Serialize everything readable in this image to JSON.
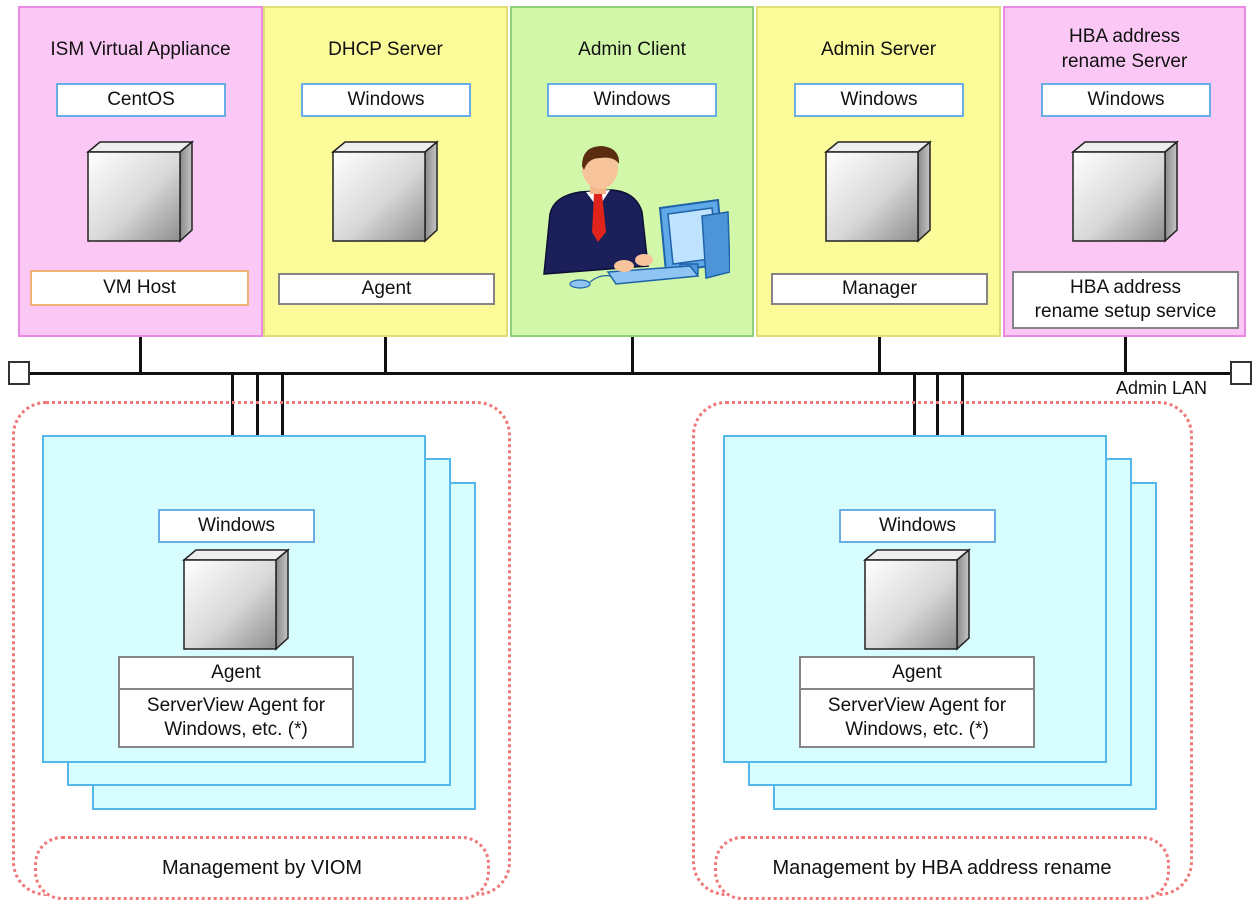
{
  "columns": [
    {
      "title": "ISM Virtual Appliance",
      "os": "CentOS",
      "bottom": "VM Host",
      "color": "pink"
    },
    {
      "title": "DHCP Server",
      "os": "Windows",
      "bottom": "Agent",
      "color": "yellow"
    },
    {
      "title": "Admin Client",
      "os": "Windows",
      "color": "green"
    },
    {
      "title": "Admin Server",
      "os": "Windows",
      "bottom": "Manager",
      "color": "yellow"
    },
    {
      "title_line1": "HBA address",
      "title_line2": "rename Server",
      "os": "Windows",
      "bottom_line1": "HBA address",
      "bottom_line2": "rename setup service",
      "color": "pink"
    }
  ],
  "network": {
    "label": "Admin LAN"
  },
  "groups": [
    {
      "os": "Windows",
      "agent": "Agent",
      "agent2_line1": "ServerView Agent for",
      "agent2_line2": "Windows, etc. (*)",
      "label": "Management by VIOM"
    },
    {
      "os": "Windows",
      "agent": "Agent",
      "agent2_line1": "ServerView Agent for",
      "agent2_line2": "Windows, etc. (*)",
      "label": "Management by HBA address rename"
    }
  ],
  "icons": [
    "server-icon",
    "admin-user-at-computer-icon"
  ]
}
